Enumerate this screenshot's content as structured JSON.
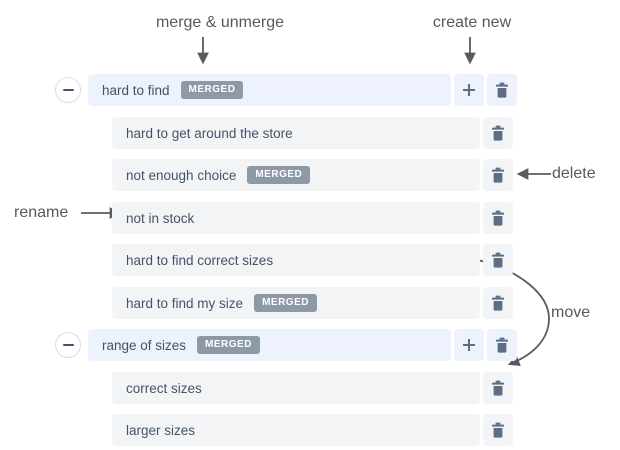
{
  "annotations": {
    "merge_unmerge": "merge & unmerge",
    "create_new": "create new",
    "delete": "delete",
    "rename": "rename",
    "move": "move"
  },
  "badge_label": "MERGED",
  "rows": [
    {
      "label": "hard to find",
      "type": "parent",
      "merged": true
    },
    {
      "label": "hard to get around the store",
      "type": "child",
      "merged": false
    },
    {
      "label": "not enough choice",
      "type": "child",
      "merged": true
    },
    {
      "label": "not in stock",
      "type": "child",
      "merged": false
    },
    {
      "label": "hard to find correct sizes",
      "type": "child",
      "merged": false
    },
    {
      "label": "hard to find my size",
      "type": "child",
      "merged": true
    },
    {
      "label": "range of sizes",
      "type": "parent",
      "merged": true
    },
    {
      "label": "correct sizes",
      "type": "child",
      "merged": false
    },
    {
      "label": "larger sizes",
      "type": "child",
      "merged": false
    }
  ],
  "icons": {
    "collapse": "minus-circle-icon",
    "add": "plus-icon",
    "delete": "trash-icon"
  },
  "colors": {
    "parent_row_bg": "#edf2fc",
    "child_row_bg": "#f3f4f6",
    "row_text": "#42536a",
    "badge_bg": "#8e99a6",
    "badge_text": "#ffffff",
    "icon": "#5d6e84",
    "annotation": "#58595b"
  }
}
